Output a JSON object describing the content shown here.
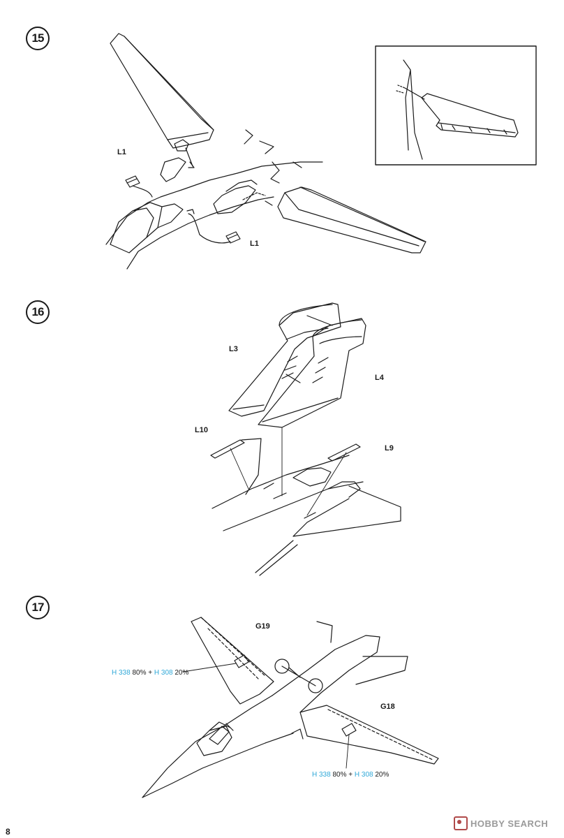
{
  "page": {
    "number": "8"
  },
  "watermark": {
    "text": "HOBBY SEARCH",
    "icon": "hobby-search-logo-icon"
  },
  "colors": {
    "paint_code": "#2fa8d8",
    "line_art": "#1a1a1a"
  },
  "steps": [
    {
      "number": "15",
      "parts": [
        "L1",
        "L1"
      ]
    },
    {
      "number": "16",
      "parts": [
        "L3",
        "L4",
        "L10",
        "L9"
      ]
    },
    {
      "number": "17",
      "parts": [
        "G19",
        "G18"
      ],
      "paint_mixes": [
        {
          "code_a": "H 338",
          "pct_a": "80%",
          "plus": "+",
          "code_b": "H 308",
          "pct_b": "20%"
        },
        {
          "code_a": "H 338",
          "pct_a": "80%",
          "plus": "+",
          "code_b": "H 308",
          "pct_b": "20%"
        }
      ]
    }
  ]
}
